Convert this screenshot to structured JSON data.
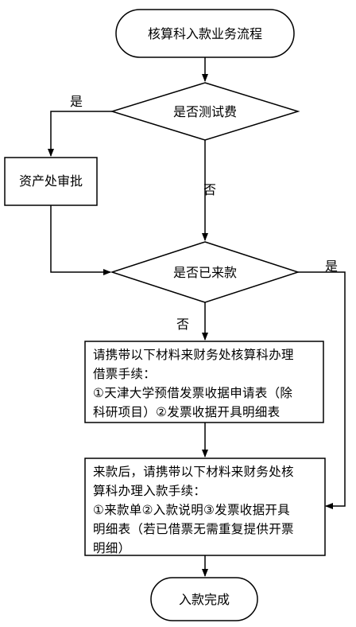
{
  "start": {
    "label": "核算科入款业务流程"
  },
  "decision_test_fee": {
    "label": "是否测试费"
  },
  "asset_approval": {
    "label": "资产处审批"
  },
  "decision_arrived": {
    "label": "是否已来款"
  },
  "labels": {
    "yes_1": "是",
    "no_1": "否",
    "yes_2": "是",
    "no_2": "否"
  },
  "box_borrow": {
    "lines": [
      "请携带以下材料来财务处核算科办理",
      "借票手续：",
      "①天津大学预借发票收据申请表（除",
      "科研项目）②发票收据开具明细表"
    ]
  },
  "box_deposit": {
    "lines": [
      "来款后，请携带以下材料来财务处核",
      "算科办理入款手续：",
      "①来款单②入款说明③发票收据开具",
      "明细表（若已借票无需重复提供开票",
      "明细）"
    ]
  },
  "end": {
    "label": "入款完成"
  }
}
